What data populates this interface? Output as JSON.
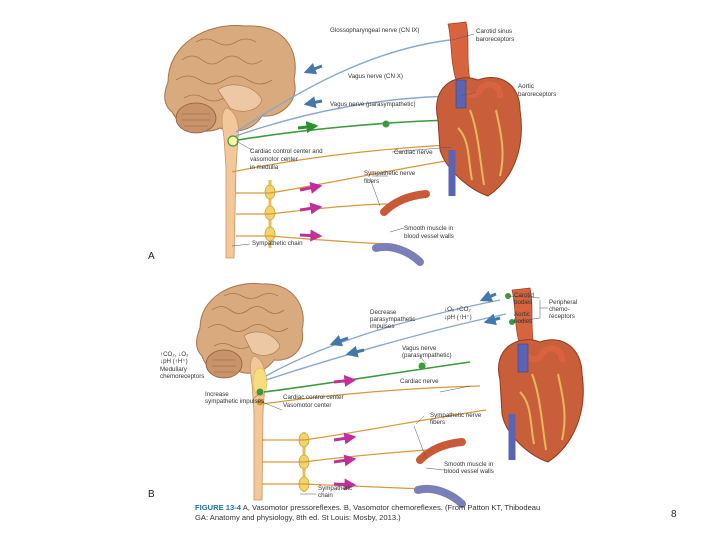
{
  "panel_a": {
    "letter": "A",
    "labels": {
      "glossopharyngeal": "Glossopharyngeal nerve (CN IX)",
      "carotid_sinus": [
        "Carotid sinus",
        "baroreceptors"
      ],
      "vagus_cn_x": "Vagus nerve (CN X)",
      "aortic_baro": [
        "Aortic",
        "baroreceptors"
      ],
      "vagus_para": "Vagus nerve (parasympathetic)",
      "cardiac_control": [
        "Cardiac control center and",
        "vasomotor center",
        "in medulla"
      ],
      "cardiac_nerve": "Cardiac nerve",
      "sympathetic_fibers": [
        "Sympathetic nerve",
        "fibers"
      ],
      "smooth_muscle": [
        "Smooth muscle in",
        "blood vessel walls"
      ],
      "sympathetic_chain": "Sympathetic chain"
    }
  },
  "panel_b": {
    "letter": "B",
    "labels": {
      "decrease_para": [
        "Decrease",
        "parasympathetic",
        "impulses"
      ],
      "o2_co2": [
        "↓O₂ ↑CO₂",
        "↓pH (↑H⁺)"
      ],
      "carotid_bodies": [
        "Carotid",
        "bodies"
      ],
      "aortic_bodies": [
        "Aortic",
        "bodies"
      ],
      "peripheral_chemo": [
        "Peripheral",
        "chemo-",
        "receptors"
      ],
      "medullary_stimuli": [
        "↑CO₂, ↓O₂",
        "↓pH (↑H⁺)"
      ],
      "medullary_chemo": [
        "Medullary",
        "chemoreceptors"
      ],
      "vagus_nerve": [
        "Vagus nerve",
        "(parasympathetic)"
      ],
      "cardiac_nerve": "Cardiac nerve",
      "increase_symp": [
        "Increase",
        "sympathetic impulses"
      ],
      "cardiac_control": "Cardiac control center",
      "vasomotor": "Vasomotor center",
      "sympathetic_fibers": [
        "Sympathetic nerve",
        "fibers"
      ],
      "smooth_muscle": [
        "Smooth muscle in",
        "blood vessel walls"
      ],
      "sympathetic_chain": [
        "Sympathetic",
        "chain"
      ]
    }
  },
  "caption": {
    "figure": "FIGURE 13-4",
    "text": " A, Vasomotor pressoreflexes. B, Vasomotor chemoreflexes. (From Patton KT, Thibodeau GA: Anatomy and physiology, 8th ed. St Louis: Mosby, 2013.)"
  },
  "slide_number": "8",
  "colors": {
    "brain": "#d9aa7e",
    "brain_stroke": "#a8744a",
    "spinal_cord": "#f2c79a",
    "nerve_blue": "#8aa9c8",
    "nerve_green": "#3d9a3d",
    "nerve_orange": "#d79a3a",
    "arrow_blue": "#4477aa",
    "arrow_green": "#2f8f2f",
    "arrow_magenta": "#c0309a",
    "heart": "#c95f3a",
    "artery": "#d8643f",
    "vein": "#5b63b3",
    "ganglion": "#f1d46a"
  }
}
